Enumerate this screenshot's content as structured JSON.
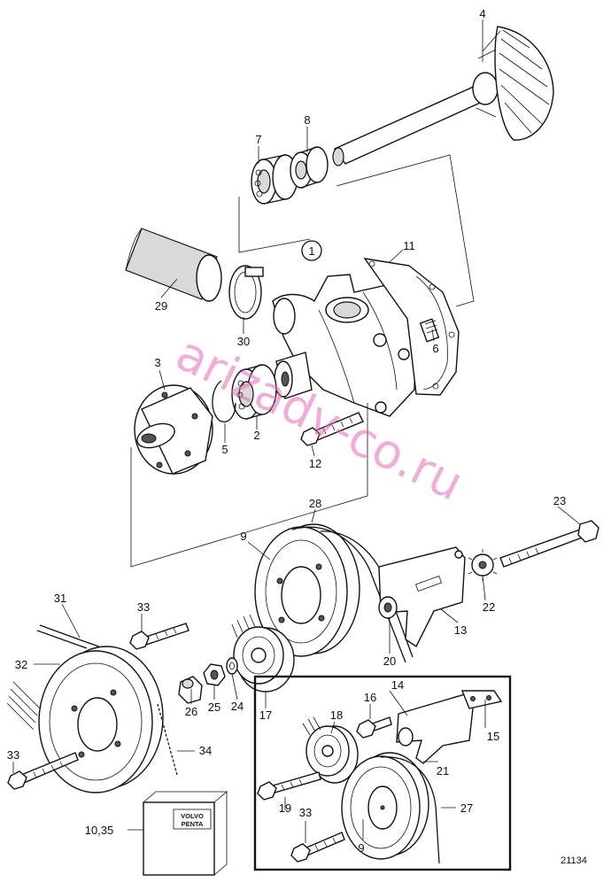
{
  "callouts": {
    "c1": "1",
    "c2": "2",
    "c3": "3",
    "c4": "4",
    "c5": "5",
    "c6": "6",
    "c7": "7",
    "c8": "8",
    "c9": "9",
    "c9b": "9",
    "c10_35": "10,35",
    "c11": "11",
    "c12": "12",
    "c13": "13",
    "c14": "14",
    "c15": "15",
    "c16": "16",
    "c17": "17",
    "c18": "18",
    "c19": "19",
    "c20": "20",
    "c21": "21",
    "c22": "22",
    "c23": "23",
    "c24": "24",
    "c25": "25",
    "c26": "26",
    "c27": "27",
    "c28": "28",
    "c29": "29",
    "c30": "30",
    "c31": "31",
    "c32": "32",
    "c33a": "33",
    "c33b": "33",
    "c33c": "33",
    "c34": "34"
  },
  "kit_label": {
    "line1": "VOLVO",
    "line2": "PENTA"
  },
  "figure_number": "21134",
  "watermark": "arizadv-co.ru"
}
